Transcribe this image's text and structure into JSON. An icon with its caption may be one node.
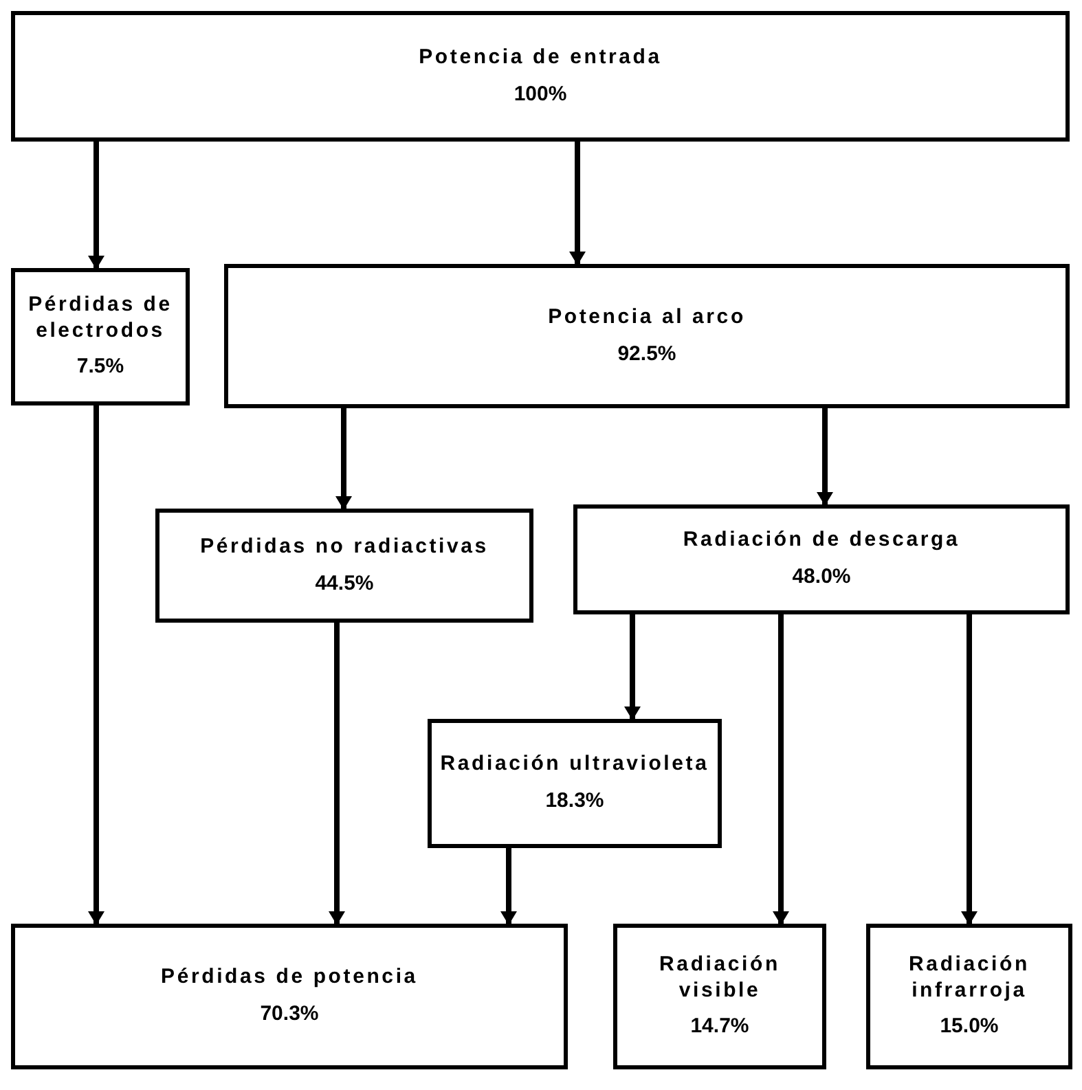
{
  "diagram": {
    "nodes": [
      {
        "text": [
          "Potencia de entrada",
          "100%"
        ]
      },
      {
        "text": [
          "Pérdidas de electrodos",
          "7.5%"
        ]
      },
      {
        "text": [
          "Potencia al arco",
          "92.5%"
        ]
      },
      {
        "text": [
          "Pérdidas no radiactivas",
          "44.5%"
        ]
      },
      {
        "text": [
          "Radiación de descarga",
          "48.0%"
        ]
      },
      {
        "text": [
          "Radiación ultravioleta",
          "18.3%"
        ]
      },
      {
        "text": [
          "Pérdidas de potencia",
          "70.3%"
        ]
      },
      {
        "text": [
          "Radiación visible",
          "14.7%"
        ]
      },
      {
        "text": [
          "Radiación infrarroja",
          "15.0%"
        ]
      }
    ],
    "edges": [
      {
        "from": 0,
        "to": 1,
        "arrow": "to"
      },
      {
        "from": 0,
        "to": 2,
        "arrow": "to"
      },
      {
        "from": 2,
        "to": 3,
        "arrow": "to"
      },
      {
        "from": 2,
        "to": 4,
        "arrow": "to"
      },
      {
        "from": 1,
        "to": 6,
        "arrow": "to"
      },
      {
        "from": 3,
        "to": 6,
        "arrow": "to"
      },
      {
        "from": 4,
        "to": 5,
        "arrow": "to"
      },
      {
        "from": 5,
        "to": 6,
        "arrow": "to"
      },
      {
        "from": 4,
        "to": 7,
        "arrow": "to"
      },
      {
        "from": 4,
        "to": 8,
        "arrow": "to"
      }
    ]
  }
}
